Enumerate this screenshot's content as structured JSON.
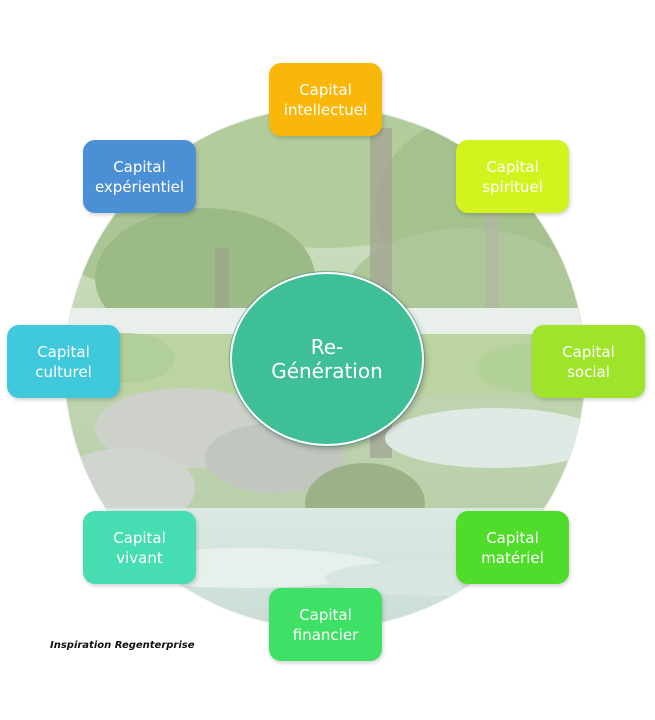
{
  "center": {
    "label": "Re-\nGénération",
    "color": "#3fbf97"
  },
  "nodes": [
    {
      "id": "intellectuel",
      "label": "Capital\nintellectuel",
      "color": "#f9b70a"
    },
    {
      "id": "spirituel",
      "label": "Capital\nspirituel",
      "color": "#d2f31d"
    },
    {
      "id": "social",
      "label": "Capital\nsocial",
      "color": "#9fe32b"
    },
    {
      "id": "materiel",
      "label": "Capital\nmatériel",
      "color": "#4fdc2a"
    },
    {
      "id": "financier",
      "label": "Capital\nfinancier",
      "color": "#3ee065"
    },
    {
      "id": "vivant",
      "label": "Capital\nvivant",
      "color": "#46ddb3"
    },
    {
      "id": "culturel",
      "label": "Capital\nculturel",
      "color": "#40c8db"
    },
    {
      "id": "experientiel",
      "label": "Capital\nexpérientiel",
      "color": "#4b8fd4"
    }
  ],
  "caption": "Inspiration Regenterprise"
}
